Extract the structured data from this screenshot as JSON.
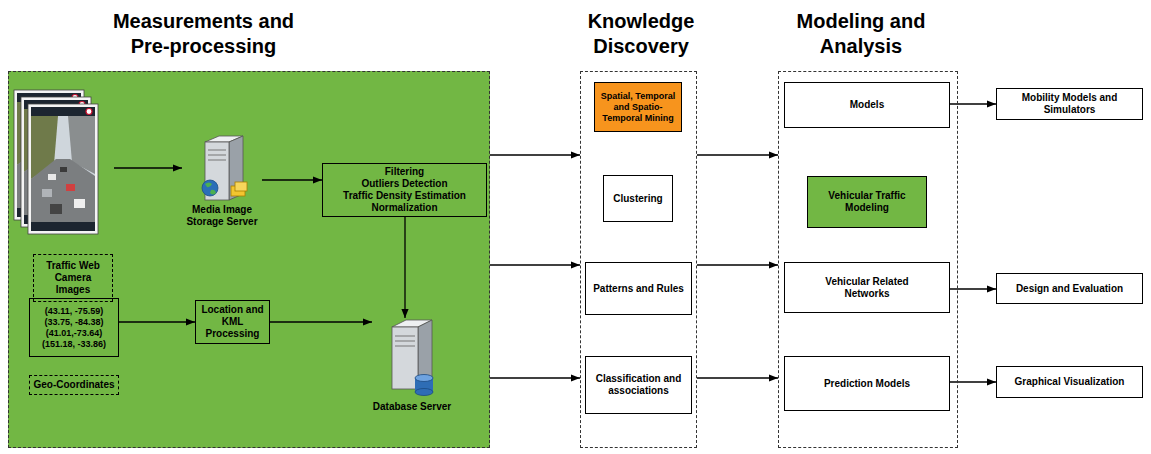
{
  "diagram": {
    "nodes": [
      {
        "text": [
          "Measurements and Pre-processing"
        ]
      },
      {
        "text": [
          "Traffic Web Camera Images"
        ],
        "in": 0
      },
      {
        "text": [
          "Media Image Storage Server"
        ],
        "in": 0
      },
      {
        "text": [
          "Filtering",
          "Outliers Detection",
          "Traffic Density Estimation",
          "Normalization"
        ],
        "in": 0
      },
      {
        "text": [
          "(43.11, -75.59)",
          "(33.75, -84.38)",
          "(41.01,-73.64)",
          "(151.18, -33.86)",
          "Geo-Coordinates"
        ],
        "in": 0
      },
      {
        "text": [
          "Location and KML Processing"
        ],
        "in": 0
      },
      {
        "text": [
          "Database Server"
        ],
        "in": 0
      },
      {
        "text": [
          "Knowledge Discovery"
        ]
      },
      {
        "text": [
          "Spatial, Temporal and Spatio-Temporal Mining"
        ],
        "in": 7
      },
      {
        "text": [
          "Clustering"
        ],
        "in": 7
      },
      {
        "text": [
          "Patterns and Rules"
        ],
        "in": 7
      },
      {
        "text": [
          "Classification and associations"
        ],
        "in": 7
      },
      {
        "text": [
          "Modeling and Analysis"
        ]
      },
      {
        "text": [
          "Models"
        ],
        "in": 12
      },
      {
        "text": [
          "Vehicular Traffic Modeling"
        ],
        "in": 12
      },
      {
        "text": [
          "Vehicular Related Networks"
        ],
        "in": 12
      },
      {
        "text": [
          "Prediction Models"
        ],
        "in": 12
      },
      {
        "text": [
          "Mobility Models and Simulators"
        ]
      },
      {
        "text": [
          "Design and Evaluation"
        ]
      },
      {
        "text": [
          "Graphical Visualization"
        ]
      }
    ],
    "edges": [
      {
        "from": 1,
        "to": 2,
        "arrow": "to"
      },
      {
        "from": 2,
        "to": 3,
        "arrow": "to"
      },
      {
        "from": 3,
        "to": 6,
        "arrow": "to"
      },
      {
        "from": 4,
        "to": 5,
        "arrow": "to"
      },
      {
        "from": 5,
        "to": 6,
        "arrow": "to"
      },
      {
        "from": 0,
        "to": 7,
        "arrow": "to"
      },
      {
        "from": 0,
        "to": 7,
        "arrow": "to"
      },
      {
        "from": 0,
        "to": 7,
        "arrow": "to"
      },
      {
        "from": 7,
        "to": 12,
        "arrow": "to"
      },
      {
        "from": 7,
        "to": 12,
        "arrow": "to"
      },
      {
        "from": 7,
        "to": 12,
        "arrow": "to"
      },
      {
        "from": 13,
        "to": 17,
        "arrow": "to"
      },
      {
        "from": 15,
        "to": 18,
        "arrow": "to"
      },
      {
        "from": 16,
        "to": 19,
        "arrow": "to"
      }
    ]
  }
}
